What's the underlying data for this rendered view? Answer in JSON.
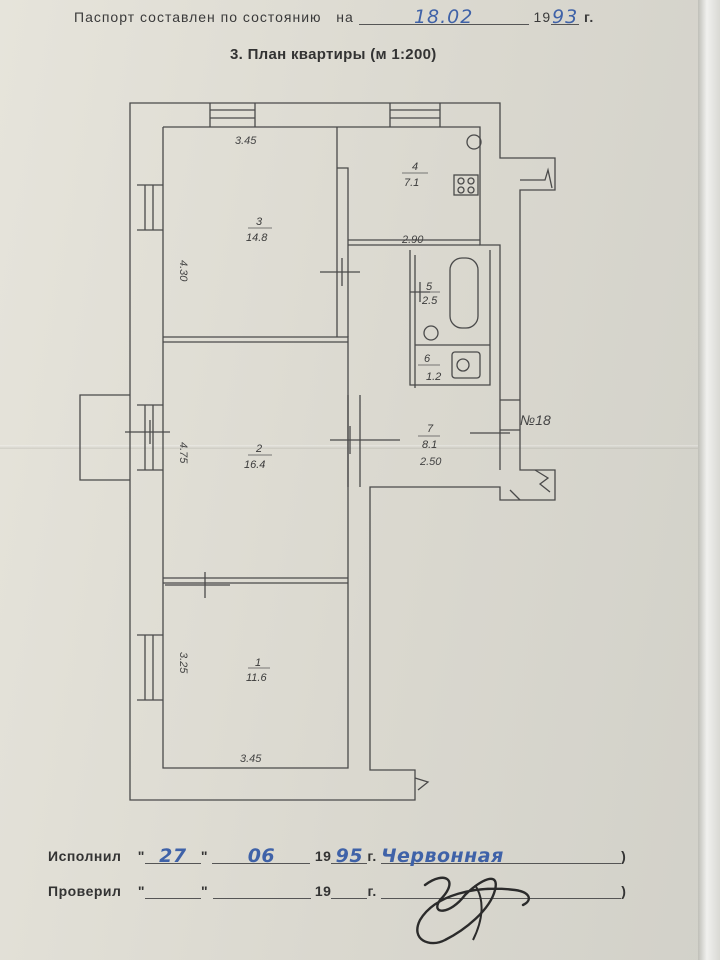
{
  "header": {
    "passport_label": "Паспорт составлен по состоянию",
    "na_label": "на",
    "date_value": "18.02",
    "century": "19",
    "year_value": "93",
    "g_label": "г."
  },
  "title": "3. План квартиры (м 1:200)",
  "rooms": [
    {
      "num": "1",
      "area": "11.6"
    },
    {
      "num": "2",
      "area": "16.4"
    },
    {
      "num": "3",
      "area": "14.8"
    },
    {
      "num": "4",
      "area": "7.1"
    },
    {
      "num": "5",
      "area": "2.5"
    },
    {
      "num": "6",
      "area": "1.2"
    },
    {
      "num": "7",
      "area": "8.1"
    }
  ],
  "dimensions": {
    "top_width": "3.45",
    "bottom_width": "3.45",
    "room3_height": "4.30",
    "room2_height": "4.75",
    "room1_height": "3.25",
    "kitchen_width": "2.90",
    "corridor_width": "2.50"
  },
  "annotations": {
    "apartment_no": "№18"
  },
  "footer": {
    "executed_label": "Исполнил",
    "checked_label": "Проверил",
    "exec_day": "27",
    "exec_month": "06",
    "century": "19",
    "exec_year": "95",
    "g_label": "г.",
    "exec_name": "Червонная",
    "open_quote": "\"",
    "close_quote": "\"",
    "paren": ")"
  },
  "colors": {
    "paper": "#dedcd3",
    "ink": "#3a3a3a",
    "pen": "#3f62a8"
  }
}
